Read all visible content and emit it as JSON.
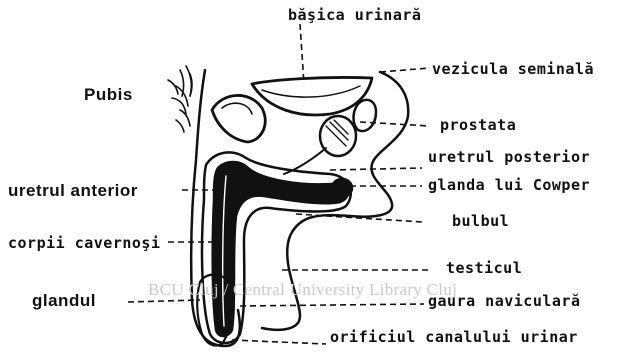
{
  "labels": {
    "basica_urinara": "băşica urinară",
    "pubis": "Pubis",
    "vezicula_seminala": "vezicula seminală",
    "prostata": "prostata",
    "uretrul_posterior": "uretrul posterior",
    "uretrul_anterior": "uretrul anterior",
    "glanda_lui_cowper": "glanda lui Cowper",
    "bulbul": "bulbul",
    "corpii_cavernosi": "corpii cavernoşi",
    "testicul": "testicul",
    "glandul": "glandul",
    "gaura_naviculara": "gaura naviculară",
    "orificiul_canalului_urinar": "orificiul canalului urinar"
  },
  "watermark": "BCU Cluj / Central University Library Cluj",
  "colors": {
    "ink": "#111111",
    "watermark": "#c9c9c9",
    "background": "#ffffff"
  }
}
